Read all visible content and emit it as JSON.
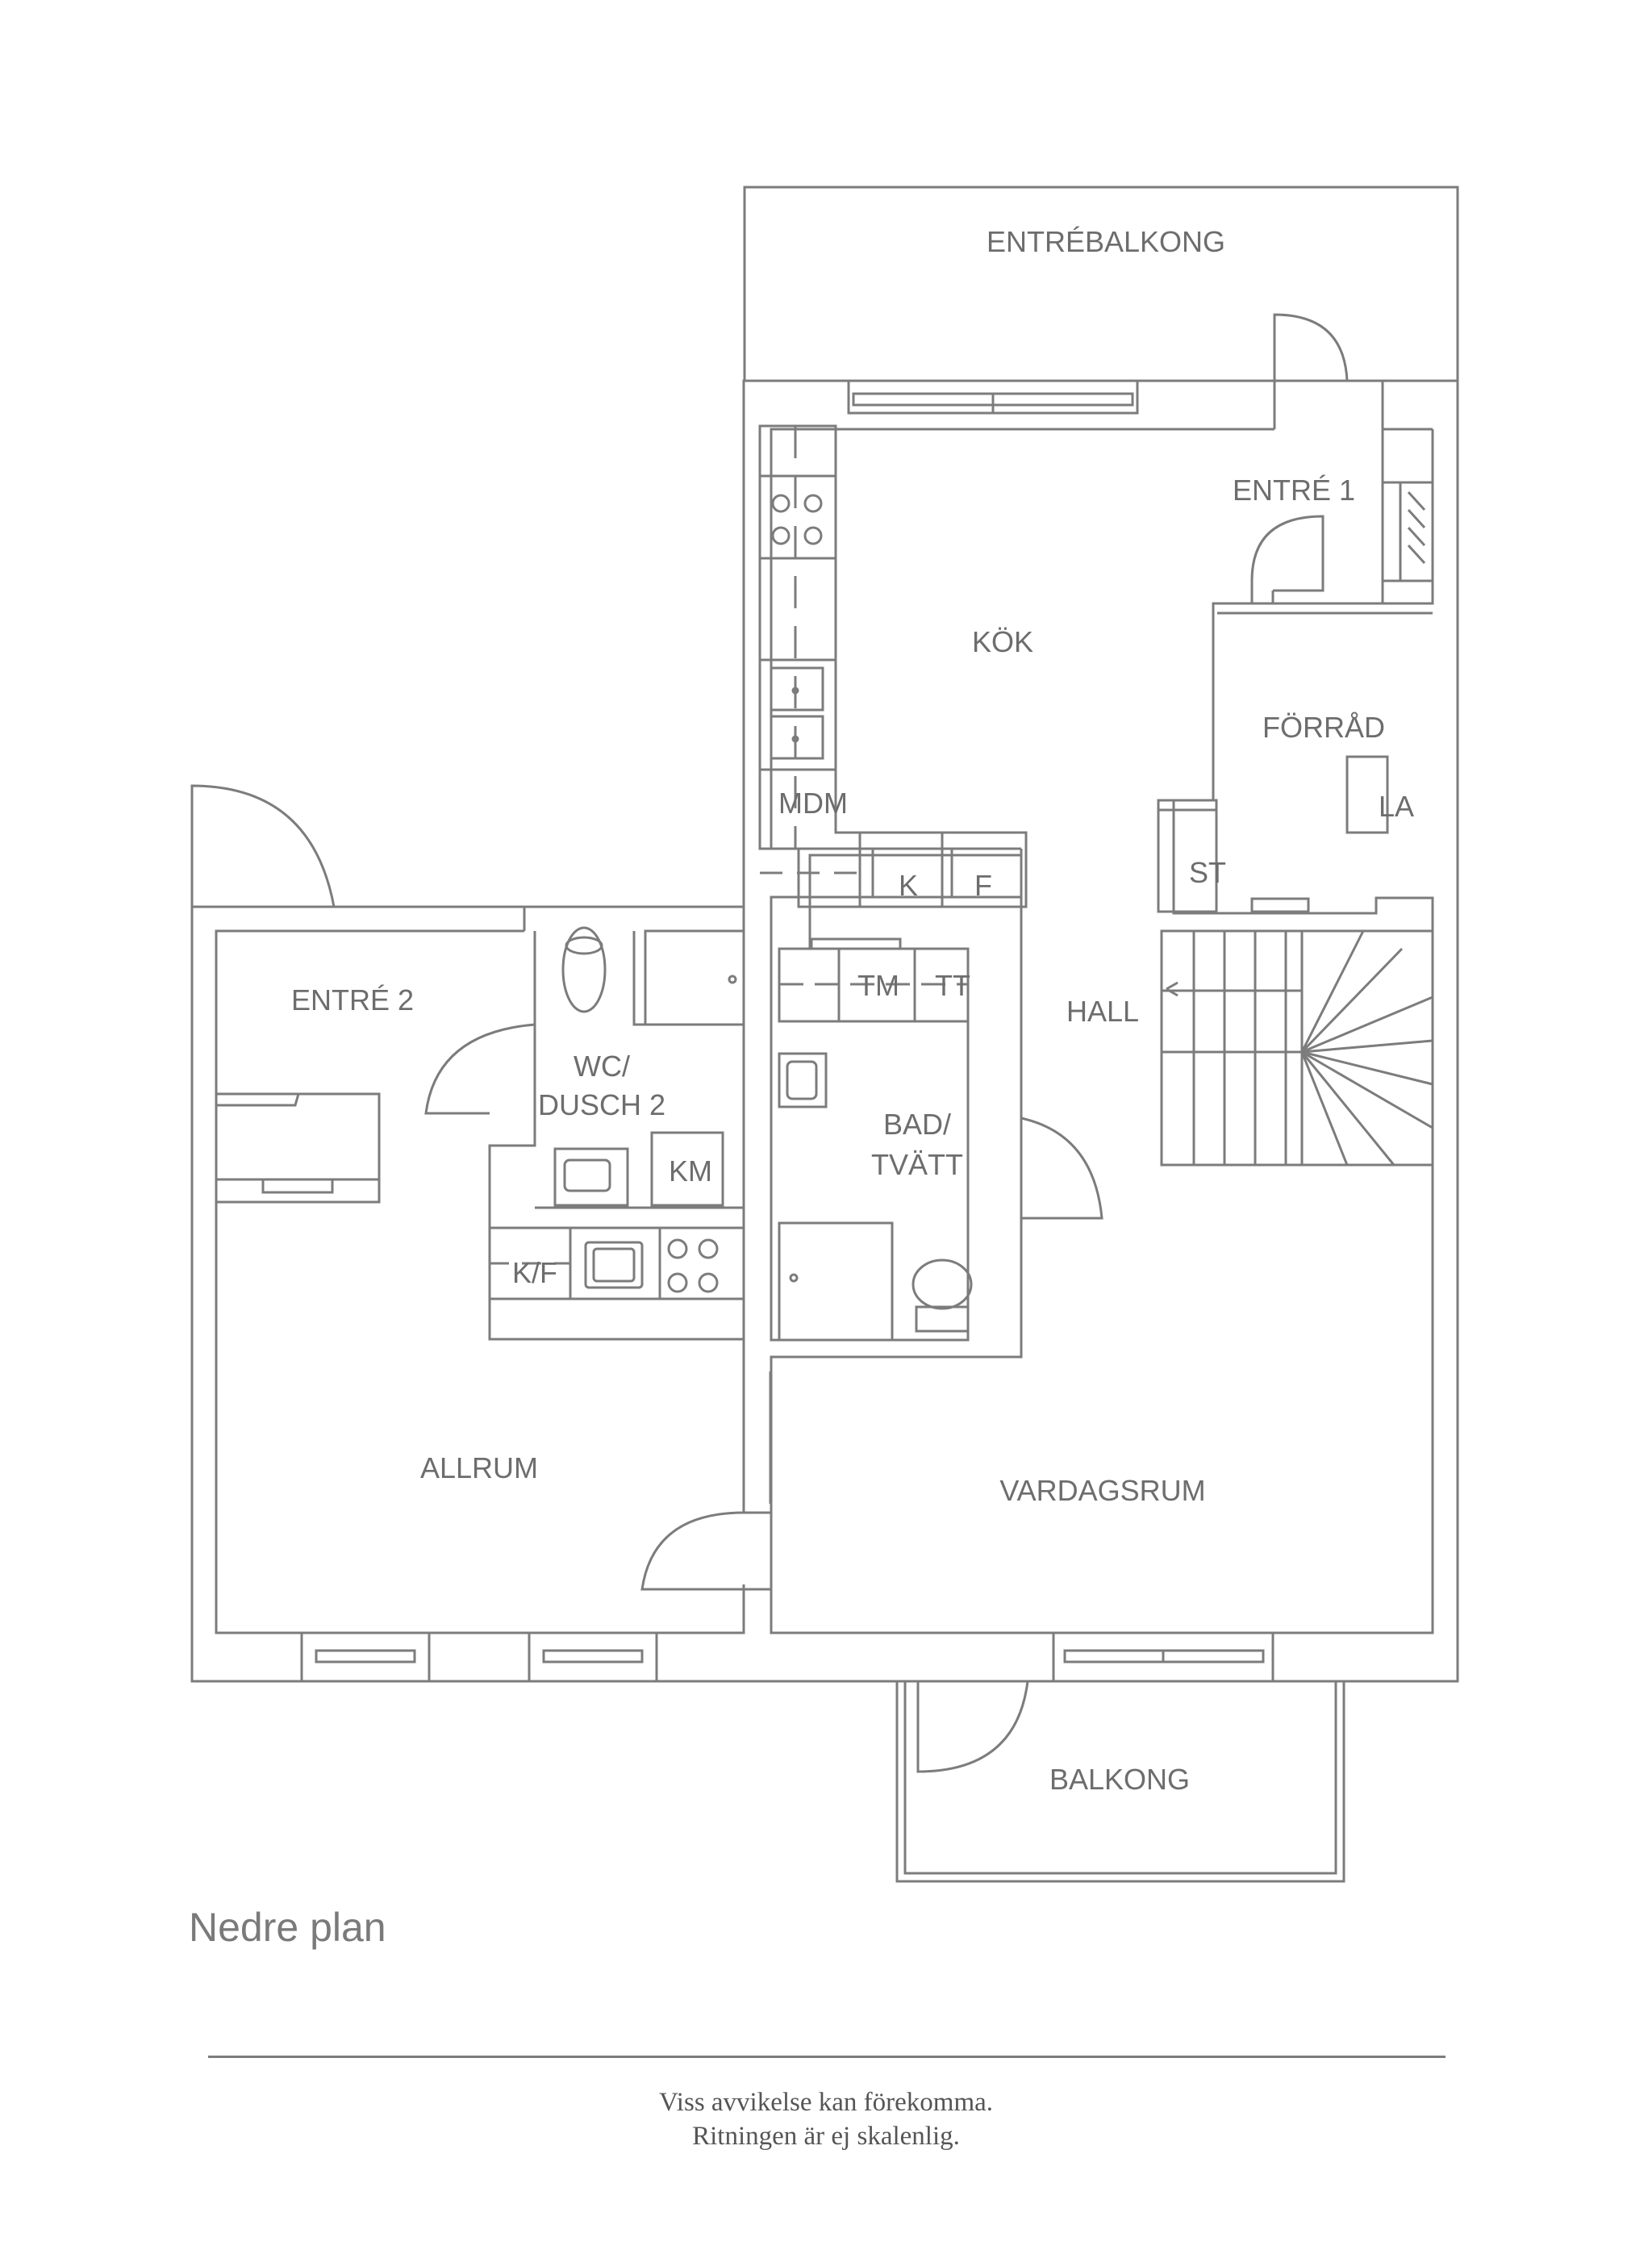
{
  "plan_title": "Nedre plan",
  "rooms": {
    "entrebalkong": "ENTRÉBALKONG",
    "entre1": "ENTRÉ 1",
    "kok": "KÖK",
    "forrad": "FÖRRÅD",
    "hall": "HALL",
    "entre2": "ENTRÉ 2",
    "wc_line1": "WC/",
    "wc_line2": "DUSCH 2",
    "bad_line1": "BAD/",
    "bad_line2": "TVÄTT",
    "allrum": "ALLRUM",
    "vardagsrum": "VARDAGSRUM",
    "balkong": "BALKONG"
  },
  "fixtures": {
    "mdm": "MDM",
    "k": "K",
    "f": "F",
    "st": "ST",
    "la": "LA",
    "tm": "TM",
    "tt": "TT",
    "km": "KM",
    "kf": "K/F"
  },
  "disclaimer": {
    "line1": "Viss avvikelse kan förekomma.",
    "line2": "Ritningen är ej skalenlig."
  }
}
